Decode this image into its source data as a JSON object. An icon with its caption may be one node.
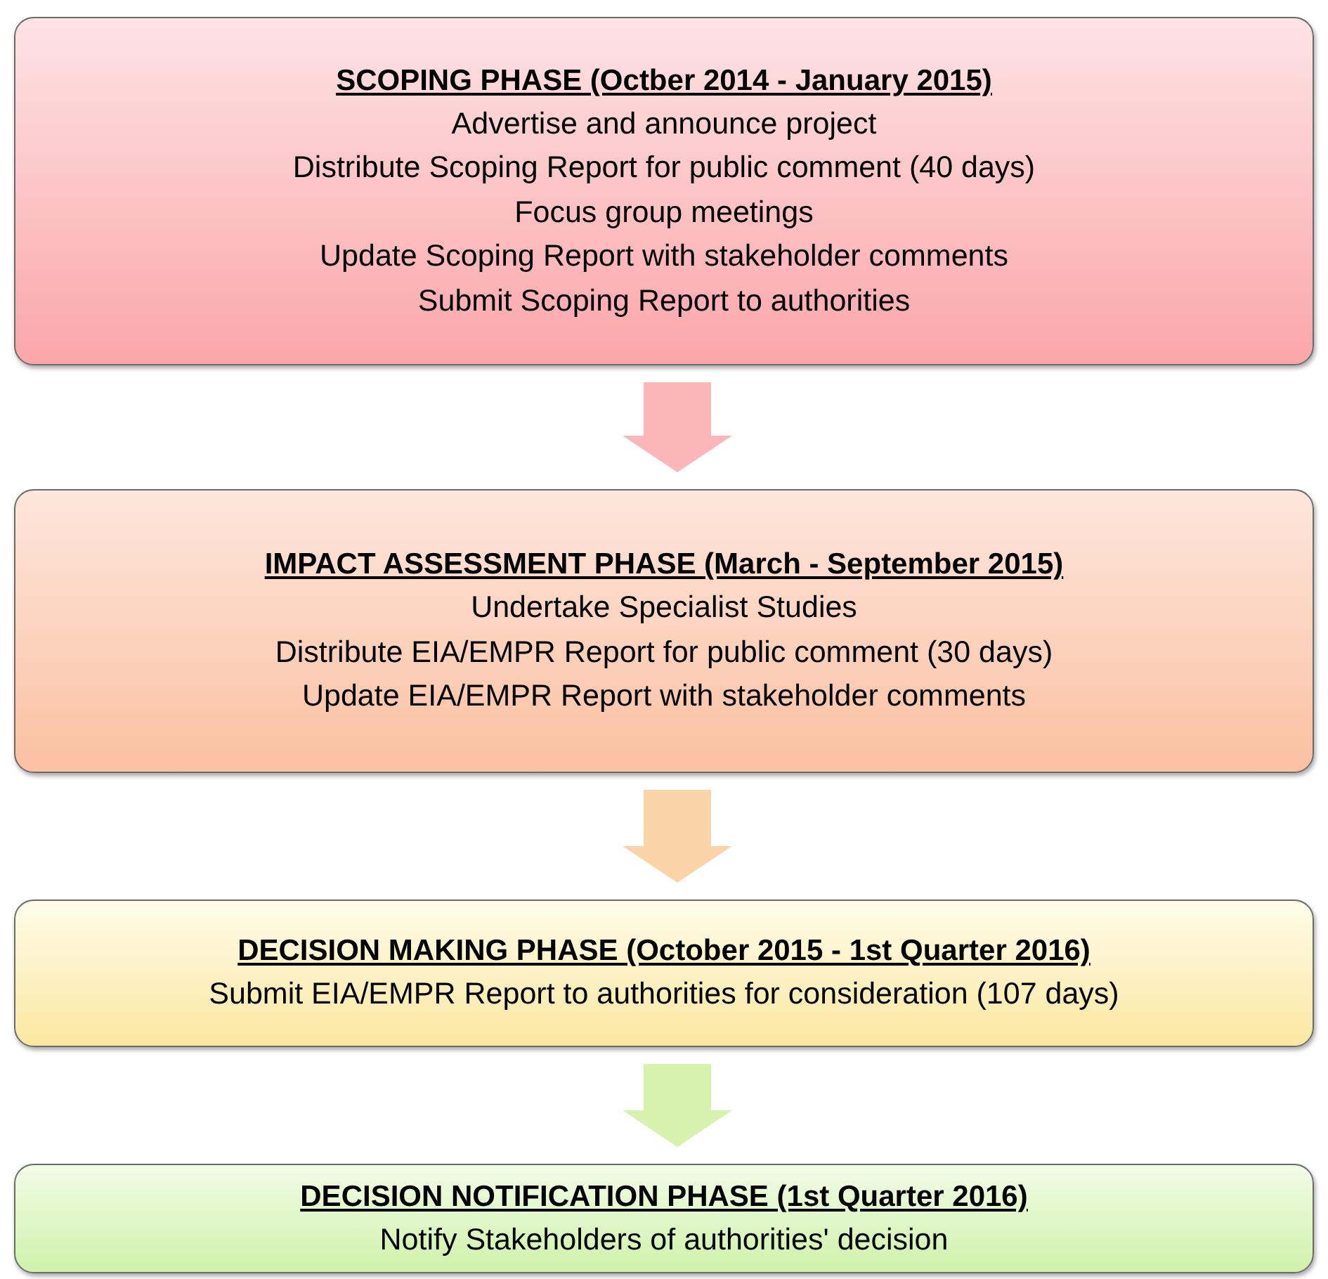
{
  "diagram": {
    "nodes": [
      {
        "text": [
          "SCOPING PHASE (Octber 2014 - January 2015)",
          "Advertise and announce project",
          "Distribute Scoping Report for public comment (40 days)",
          "Focus group meetings",
          "Update Scoping Report with stakeholder comments",
          "Submit Scoping Report to authorities"
        ]
      },
      {
        "text": [
          "IMPACT ASSESSMENT PHASE (March - September 2015)",
          "Undertake Specialist Studies",
          "Distribute EIA/EMPR Report for public comment  (30 days)",
          "Update EIA/EMPR Report with stakeholder comments"
        ]
      },
      {
        "text": [
          "DECISION MAKING PHASE (October 2015 - 1st Quarter 2016)",
          "Submit EIA/EMPR Report to authorities  for consideration (107 days)"
        ]
      },
      {
        "text": [
          "DECISION NOTIFICATION PHASE (1st Quarter 2016)",
          "Notify Stakeholders of authorities' decision"
        ]
      }
    ],
    "edges": [
      {
        "from": 0,
        "to": 1,
        "arrow": "to",
        "color": "#fbb6b8"
      },
      {
        "from": 1,
        "to": 2,
        "arrow": "to",
        "color": "#fbd3a8"
      },
      {
        "from": 2,
        "to": 3,
        "arrow": "to",
        "color": "#d6f2ad"
      }
    ]
  }
}
